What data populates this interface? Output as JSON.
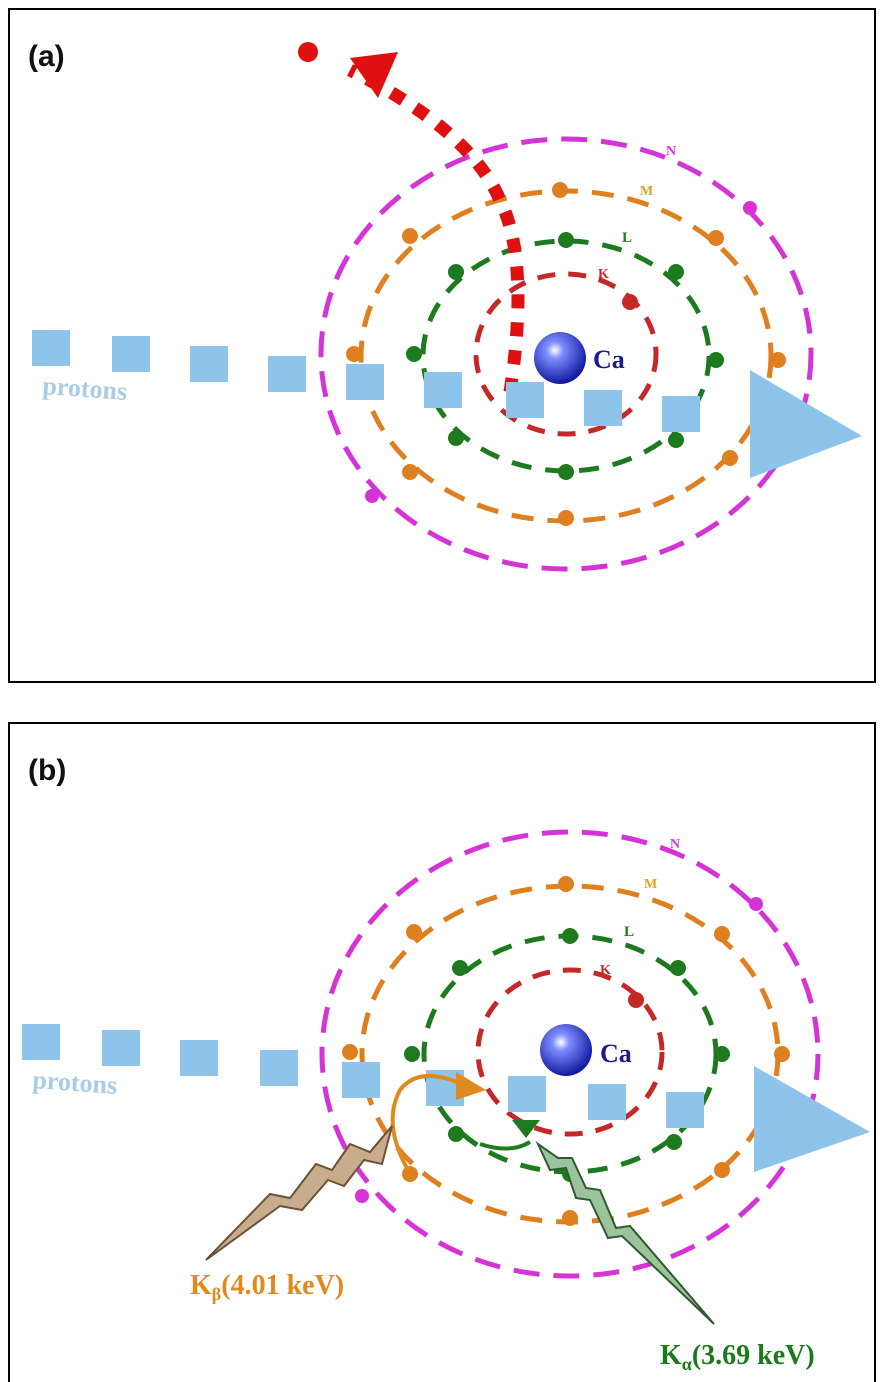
{
  "panels": [
    {
      "label": "(a)",
      "element": "Ca",
      "beam_label": "protons",
      "shell_labels": [
        "K",
        "L",
        "M",
        "N"
      ]
    },
    {
      "label": "(b)",
      "element": "Ca",
      "beam_label": "protons",
      "shell_labels": [
        "K",
        "L",
        "M",
        "N"
      ],
      "emissions": [
        {
          "symbol": "K",
          "subscript": "β",
          "energy": "(4.01 keV)",
          "color": "#e08a1e"
        },
        {
          "symbol": "K",
          "subscript": "α",
          "energy": "(3.69 keV)",
          "color": "#1a7a1a"
        }
      ]
    }
  ],
  "colors": {
    "K": "#c62828",
    "L": "#1e7a1e",
    "M": "#e07f1f",
    "N": "#d633d6",
    "beam": "#8ec3ea",
    "ejected": "#e01010",
    "nucleus": "#1f2fcf",
    "element_text": "#1b1b8a"
  }
}
